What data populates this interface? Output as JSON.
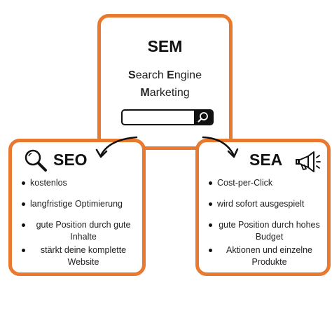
{
  "sem": {
    "title": "SEM",
    "line1": [
      {
        "bold": "S",
        "rest": "earch "
      },
      {
        "bold": "E",
        "rest": "ngine"
      }
    ],
    "line2": [
      {
        "bold": "M",
        "rest": "arketing"
      }
    ]
  },
  "seo": {
    "title": "SEO",
    "icon": "magnifier-icon",
    "items": [
      "kostenlos",
      "langfristige Optimierung",
      "gute Position durch gute Inhalte",
      "stärkt deine komplette Website"
    ]
  },
  "sea": {
    "title": "SEA",
    "icon": "megaphone-icon",
    "items": [
      "Cost-per-Click",
      "wird sofort ausgespielt",
      "gute Position durch hohes Budget",
      "Aktionen und einzelne Produkte"
    ]
  },
  "colors": {
    "accent": "#e8792e",
    "text": "#222222"
  }
}
